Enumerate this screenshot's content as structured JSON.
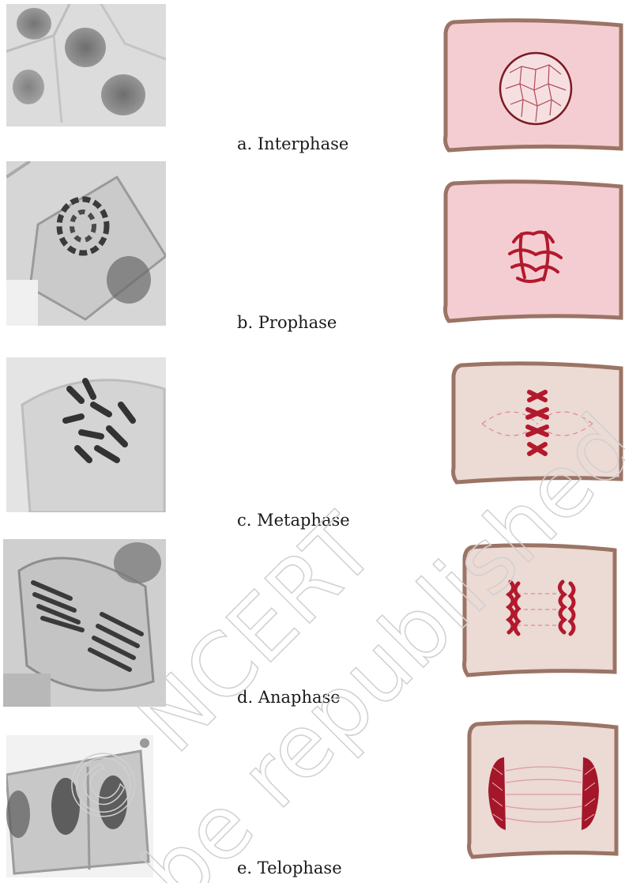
{
  "phases": [
    {
      "label": "a. Interphase"
    },
    {
      "label": "b. Prophase"
    },
    {
      "label": "c. Metaphase"
    },
    {
      "label": "d. Anaphase"
    },
    {
      "label": "e. Telophase"
    }
  ],
  "watermark": {
    "line1": "© NCERT",
    "line2": "be republished"
  },
  "colors": {
    "pink_fill": "#f4cdd2",
    "beige_fill": "#ecdad4",
    "cell_border": "#9b7466",
    "chromosome": "#b3192d",
    "micro_bg": "#d9d9d9",
    "micro_dark": "#3a3a3a"
  }
}
